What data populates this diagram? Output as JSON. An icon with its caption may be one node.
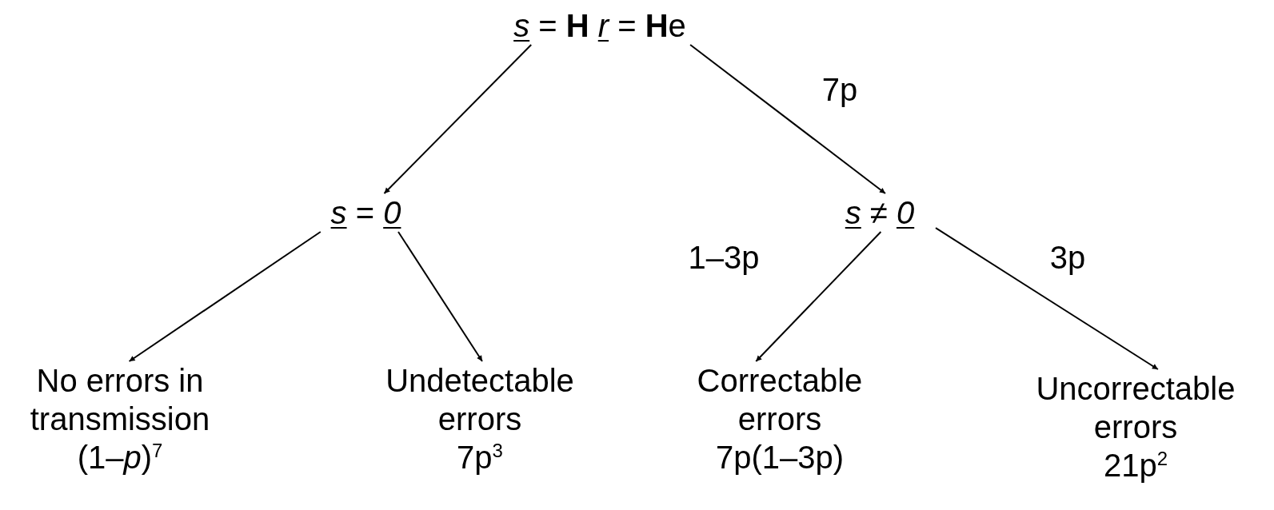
{
  "diagram": {
    "nodes": [
      {
        "text": [
          "*s* = **H** *r* = **H**e"
        ]
      },
      {
        "text": [
          "*s* = *0*"
        ]
      },
      {
        "text": [
          "*s* ≠ *0*"
        ]
      },
      {
        "text": [
          "No errors in transmission",
          "(1–*p*)$^{7}$"
        ]
      },
      {
        "text": [
          "Undetectable errors",
          "7p$^{3}$"
        ]
      },
      {
        "text": [
          "Correctable errors",
          "7p(1–3p)"
        ]
      },
      {
        "text": [
          "Uncorrectable errors",
          "21p$^{2}$"
        ]
      }
    ],
    "edges": [
      {
        "from": 0,
        "to": 1,
        "arrow": "to"
      },
      {
        "from": 0,
        "to": 2,
        "arrow": "to",
        "label": "7p"
      },
      {
        "from": 1,
        "to": 3,
        "arrow": "to"
      },
      {
        "from": 1,
        "to": 4,
        "arrow": "to"
      },
      {
        "from": 2,
        "to": 5,
        "arrow": "to",
        "label": "1–3p"
      },
      {
        "from": 2,
        "to": 6,
        "arrow": "to",
        "label": "3p"
      }
    ]
  }
}
